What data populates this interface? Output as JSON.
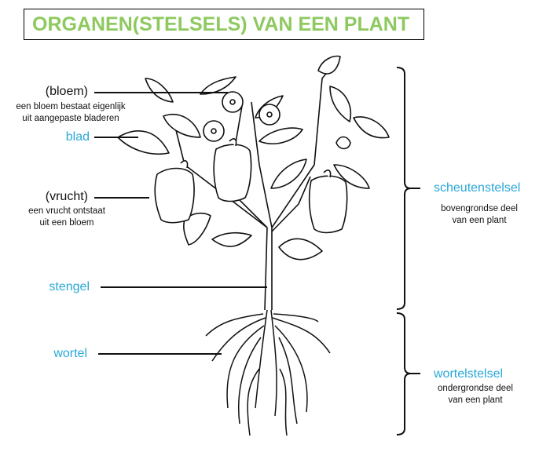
{
  "title": "ORGANEN(STELSELS) VAN EEN PLANT",
  "labels": {
    "bloem": "(bloem)",
    "bloem_desc_1": "een bloem bestaat eigenlijk",
    "bloem_desc_2": "uit aangepaste bladeren",
    "blad": "blad",
    "vrucht": "(vrucht)",
    "vrucht_desc_1": "een vrucht ontstaat",
    "vrucht_desc_2": "uit een bloem",
    "stengel": "stengel",
    "wortel": "wortel"
  },
  "systems": {
    "shoot": "scheutenstelsel",
    "shoot_desc_1": "bovengrondse deel",
    "shoot_desc_2": "van een plant",
    "root": "wortelstelsel",
    "root_desc_1": "ondergrondse deel",
    "root_desc_2": "van een plant"
  },
  "colors": {
    "title": "#8dc95f",
    "accent": "#29a8d8"
  }
}
